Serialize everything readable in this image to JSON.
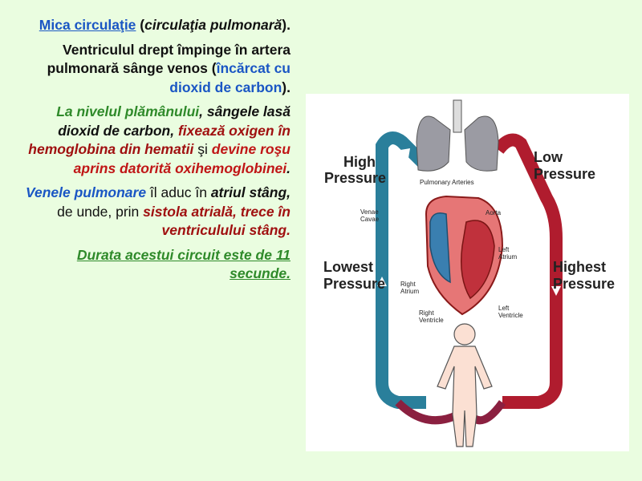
{
  "para1": {
    "link": "Mica circulaţie",
    "open": " (",
    "italic": "circulaţia pulmonară",
    "close": ")."
  },
  "para2": {
    "text": "Ventriculul drept împinge în artera pulmonară sânge venos (",
    "blue": "încărcat cu dioxid de carbon",
    "close": ")."
  },
  "para3": {
    "green": "La nivelul plămânului",
    "t1": ", ",
    "b1": "sângele lasă dioxid de carbon",
    "t2": ", ",
    "red1": "fixează oxigen în hemoglobina din hematii",
    "t3": " şi ",
    "red2": "devine roşu aprins datorită oxihemoglobinei",
    "t4": "."
  },
  "para4": {
    "blue": "Venele pulmonare",
    "t1": " îl aduc în ",
    "b1": "atriul stâng,",
    "t2": " de unde, prin ",
    "red": "sistola atrială, trece în ventriculului stâng."
  },
  "para5": {
    "green": "Durata acestui circuit este de 11 secunde."
  },
  "diagram": {
    "high_pressure": [
      "High",
      "Pressure"
    ],
    "low_pressure": [
      "Low",
      "Pressure"
    ],
    "lowest_pressure": [
      "Lowest",
      "Pressure"
    ],
    "highest_pressure": [
      "Highest",
      "Pressure"
    ],
    "pulmonary_arteries": "Pulmonary Arteries",
    "venae_cavae": [
      "Venae",
      "Cavae"
    ],
    "aorta": "Aorta",
    "left_atrium": [
      "Left",
      "Atrium"
    ],
    "right_atrium": [
      "Right",
      "Atrium"
    ],
    "right_ventricle": [
      "Right",
      "Ventricle"
    ],
    "left_ventricle": [
      "Left",
      "Ventricle"
    ]
  },
  "colors": {
    "blue": "#1a56c4",
    "green": "#2f8a2a",
    "red": "#c01616",
    "vein": "#2a7f9b",
    "artery": "#b01c2e"
  }
}
